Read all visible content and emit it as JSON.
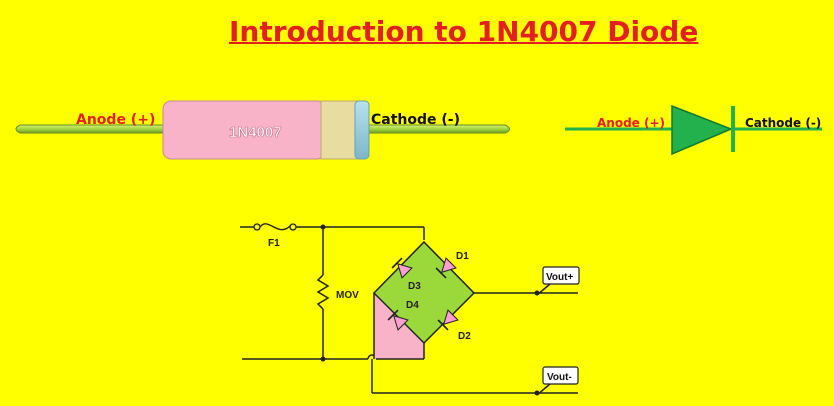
{
  "title": "Introduction to 1N4007 Diode",
  "package_diagram": {
    "anode_label": "Anode (+)",
    "cathode_label": "Cathode (-)",
    "body_marking": "1N4007"
  },
  "symbol_diagram": {
    "anode_label": "Anode (+)",
    "cathode_label": "Cathode (-)"
  },
  "circuit": {
    "fuse_label": "F1",
    "mov_label": "MOV",
    "diode_labels": [
      "D1",
      "D2",
      "D3",
      "D4"
    ],
    "vout_plus": "Vout+",
    "vout_minus": "Vout-"
  },
  "colors": {
    "background": "#ffff00",
    "title": "#e31f1f",
    "lead_green": "#9fd13a",
    "body_pink": "#f8b3c8",
    "band_tan": "#e8dca0",
    "cap_blue": "#8fc7d8",
    "symbol_green": "#22b14c",
    "bridge_fill": "#9bd83a",
    "diode_pink": "#ff9fd0",
    "wire": "#222222"
  }
}
